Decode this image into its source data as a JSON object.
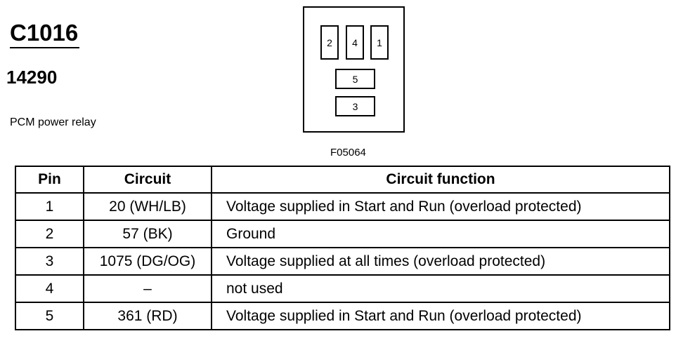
{
  "connector_id": "C1016",
  "part_number": "14290",
  "description": "PCM power relay",
  "figure_id": "F05064",
  "connector_pins": {
    "pin2": "2",
    "pin4": "4",
    "pin1": "1",
    "pin5": "5",
    "pin3": "3"
  },
  "table": {
    "headers": {
      "pin": "Pin",
      "circuit": "Circuit",
      "function": "Circuit function"
    },
    "rows": [
      {
        "pin": "1",
        "circuit": "20 (WH/LB)",
        "function": "Voltage supplied in Start and Run (overload protected)"
      },
      {
        "pin": "2",
        "circuit": "57 (BK)",
        "function": "Ground"
      },
      {
        "pin": "3",
        "circuit": "1075 (DG/OG)",
        "function": "Voltage supplied at all times (overload protected)"
      },
      {
        "pin": "4",
        "circuit": "–",
        "function": "not used"
      },
      {
        "pin": "5",
        "circuit": "361 (RD)",
        "function": "Voltage supplied in Start and Run (overload protected)"
      }
    ]
  }
}
